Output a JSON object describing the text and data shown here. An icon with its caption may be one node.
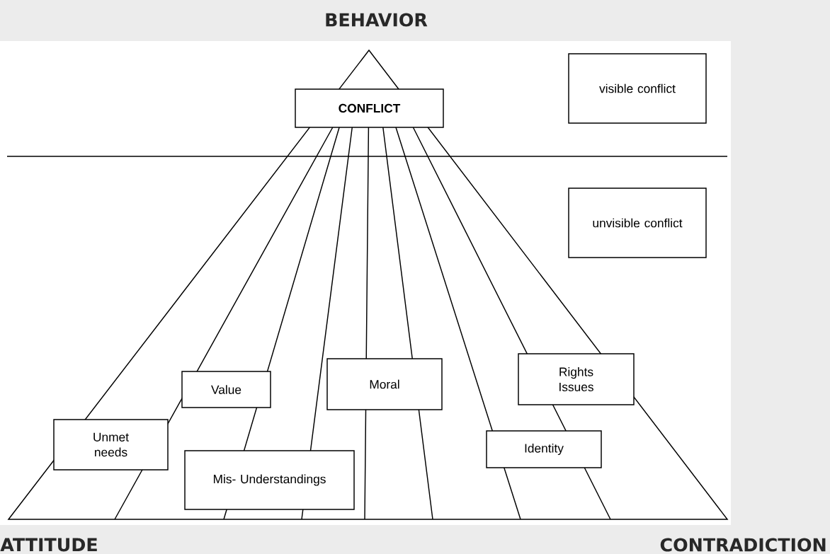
{
  "diagram": {
    "nodes": [
      {
        "text": [
          "CONFLICT"
        ]
      },
      {
        "text": [
          "visible conflict"
        ]
      },
      {
        "text": [
          "unvisible conflict"
        ]
      },
      {
        "text": [
          "Rights Issues"
        ]
      },
      {
        "text": [
          "Moral"
        ]
      },
      {
        "text": [
          "Value"
        ]
      },
      {
        "text": [
          "Unmet needs"
        ]
      },
      {
        "text": [
          "Identity"
        ]
      },
      {
        "text": [
          "Mis- Understandings"
        ]
      }
    ],
    "labels": [
      "BEHAVIOR",
      "ATTITUDE",
      "CONTRADICTION"
    ]
  }
}
